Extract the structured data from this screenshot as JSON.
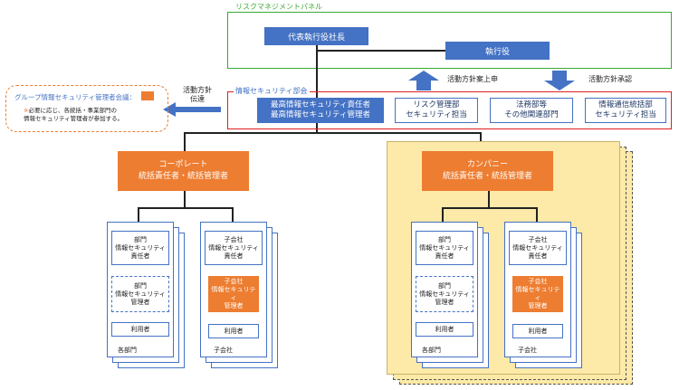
{
  "risk_panel": {
    "label": "リスクマネジメントパネル",
    "ceo": "代表執行役社長",
    "officers": "執行役"
  },
  "arrows": {
    "proposal": "活動方針案上申",
    "approval": "活動方針承認",
    "communicate_line1": "活動方針",
    "communicate_line2": "伝達"
  },
  "security_committee": {
    "label": "情報セキュリティ部会",
    "boxes": [
      {
        "line1": "最高情報セキュリティ責任者",
        "line2": "最高情報セキュリティ管理者"
      },
      {
        "line1": "リスク管理部",
        "line2": "セキュリティ担当"
      },
      {
        "line1": "法務部等",
        "line2": "その他関連部門"
      },
      {
        "line1": "情報通信統括部",
        "line2": "セキュリティ担当"
      }
    ]
  },
  "group_meeting": {
    "title": "グループ情報セキュリティ管理者会議：",
    "note_mark": "※",
    "note_line1": "必要に応じ、各統括・事業部門の",
    "note_line2": "情報セキュリティ管理者が参加する。"
  },
  "corporate": {
    "line1": "コーポレート",
    "line2": "統括責任者・統括管理者"
  },
  "company": {
    "line1": "カンパニー",
    "line2": "統括責任者・統括管理者"
  },
  "dept_card": {
    "head": [
      "部門",
      "情報セキュリティ",
      "責任者"
    ],
    "mid": [
      "部門",
      "情報セキュリティ",
      "管理者"
    ],
    "user": "利用者",
    "footer": "各部門"
  },
  "sub_card": {
    "head": [
      "子会社",
      "情報セキュリティ",
      "責任者"
    ],
    "mid": [
      "子会社",
      "情報セキュリティ",
      "管理者"
    ],
    "user": "利用者",
    "footer": "子会社"
  },
  "colors": {
    "blue": "#4472c4",
    "orange": "#ed7d31",
    "green": "#3aaa35",
    "red": "#e02020",
    "company_bg": "#fde9a8"
  }
}
